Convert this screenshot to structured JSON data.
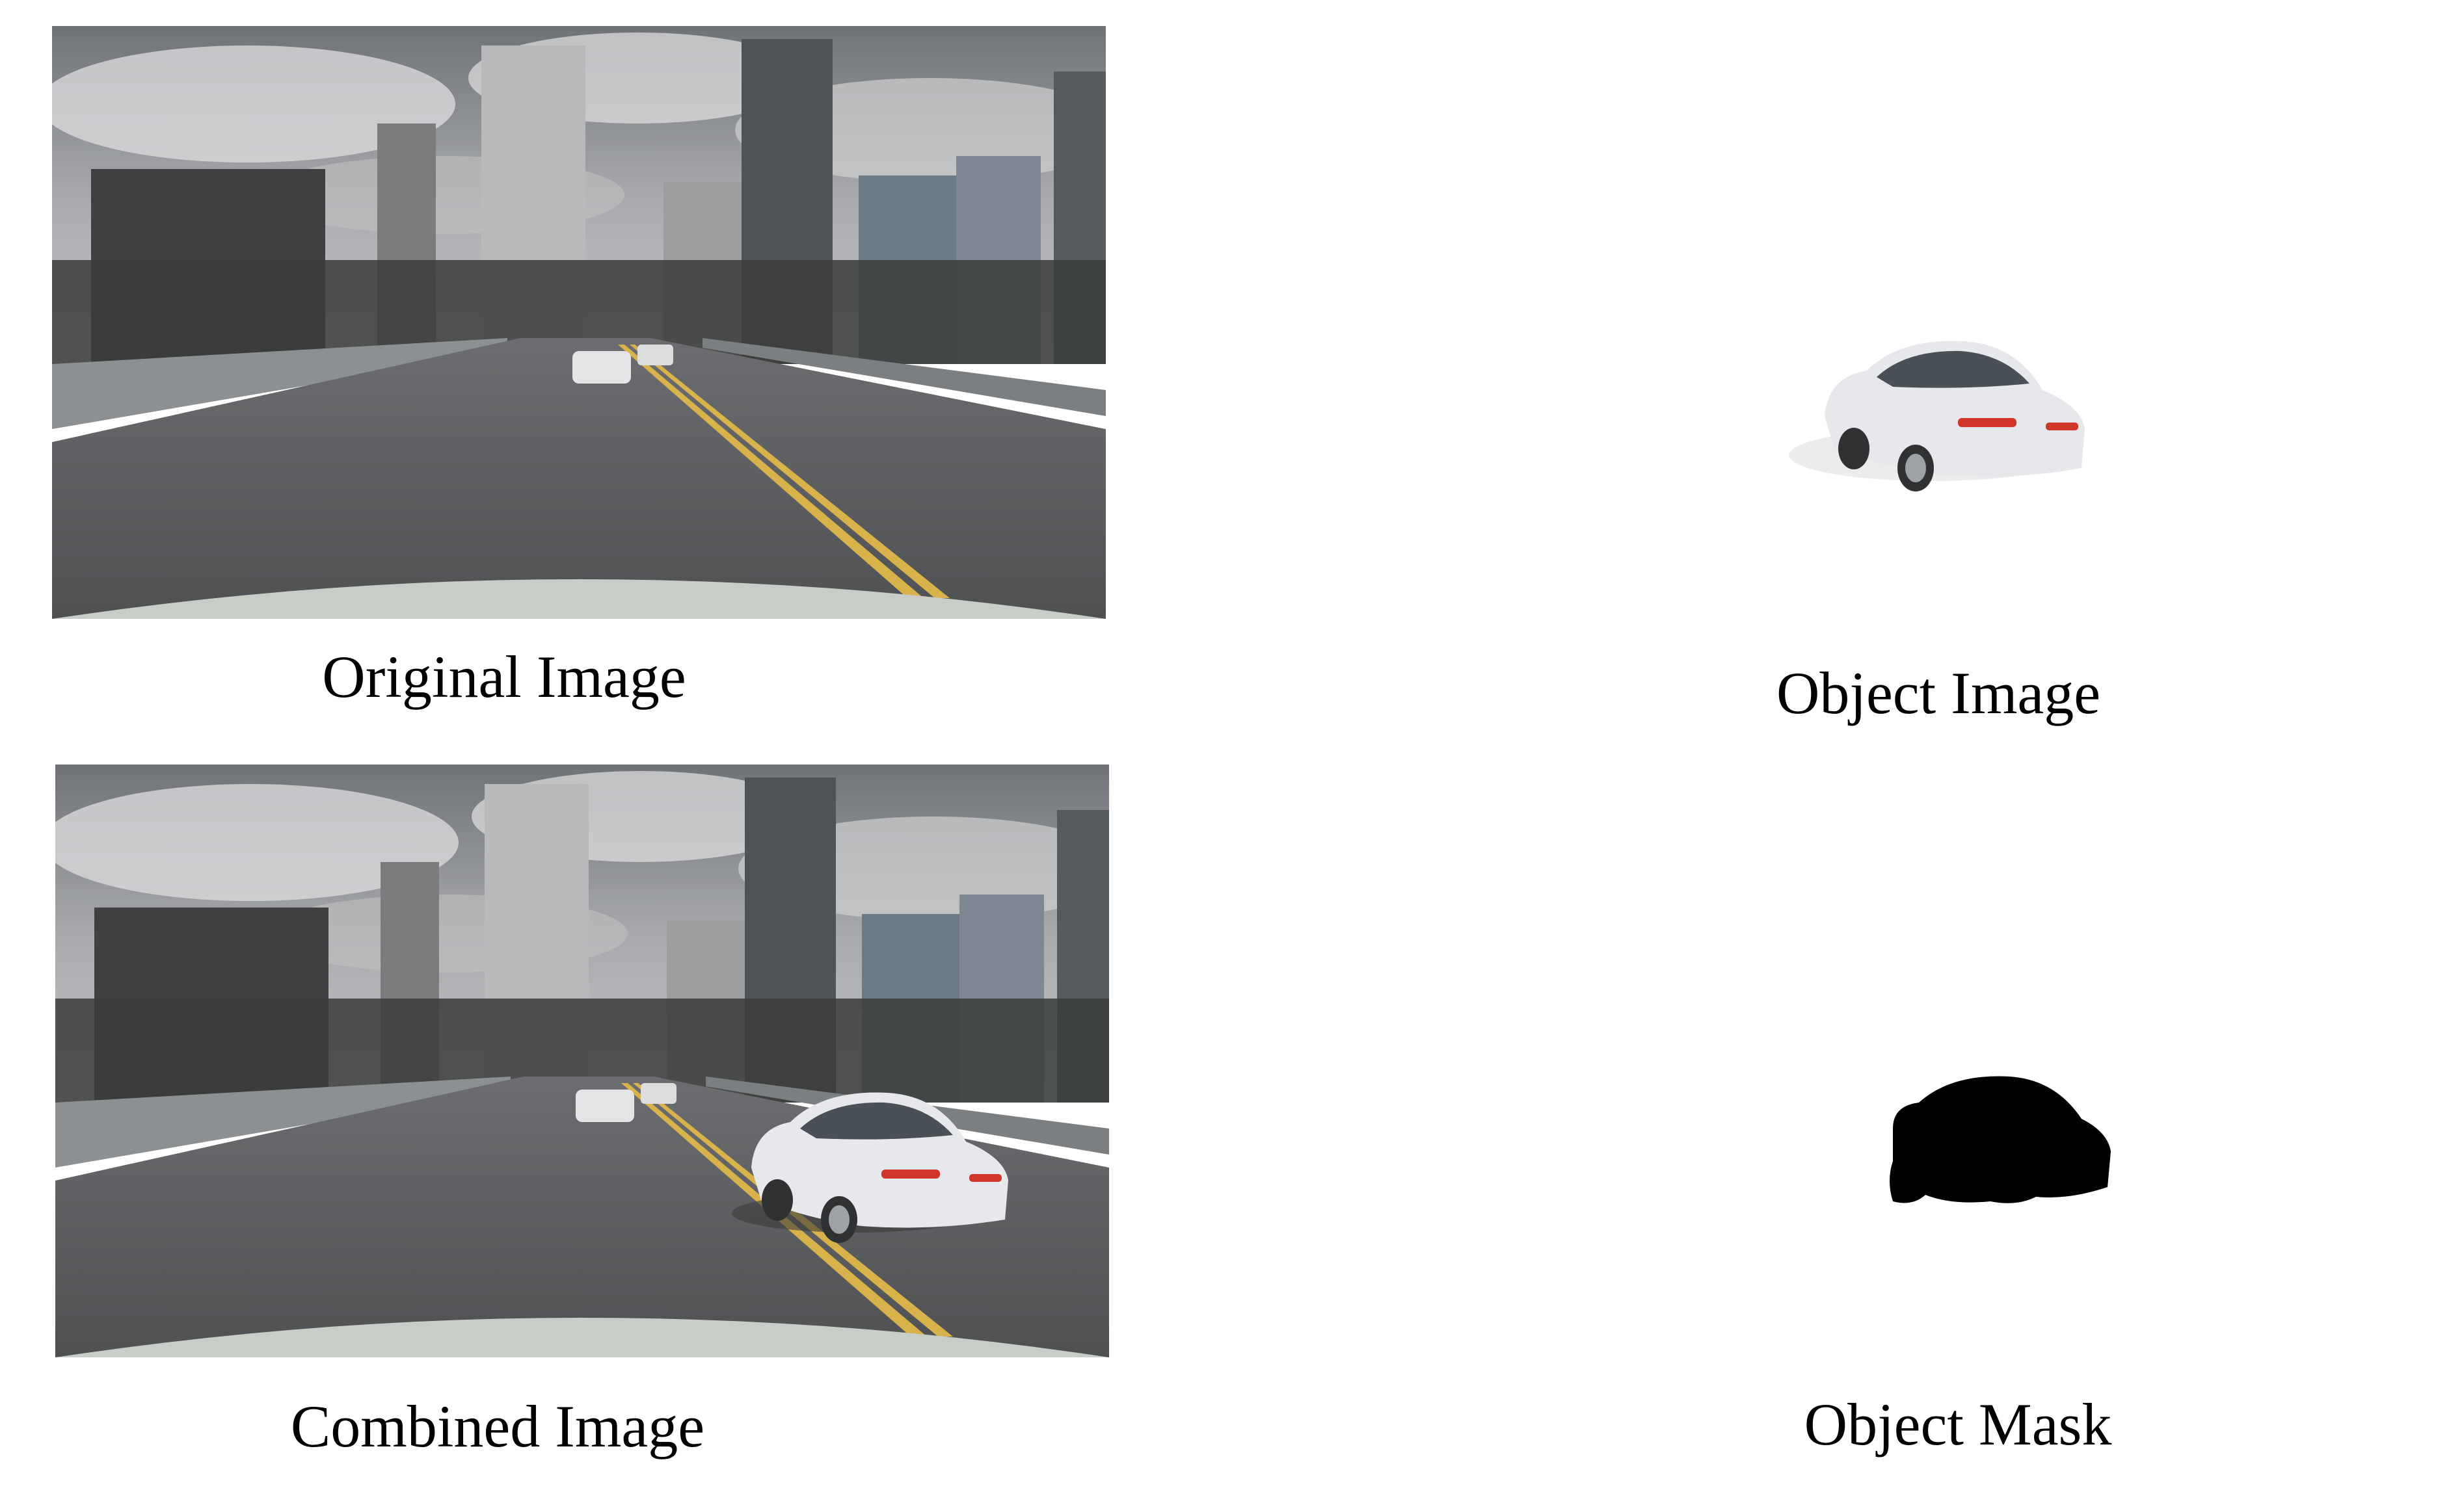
{
  "figure": {
    "panels": [
      {
        "id": "original",
        "caption": "Original Image"
      },
      {
        "id": "object",
        "caption": "Object Image"
      },
      {
        "id": "combined",
        "caption": "Combined Image"
      },
      {
        "id": "mask",
        "caption": "Object Mask"
      }
    ]
  },
  "colors": {
    "sky": "#8f9296",
    "cloud": "#d8d9db",
    "road": "#5d5f61",
    "lane_line": "#d8b24a",
    "hood": "#c9cdc8",
    "car_body": "#e6e8eb",
    "tail_light": "#d1362b",
    "mask": "#000000"
  }
}
